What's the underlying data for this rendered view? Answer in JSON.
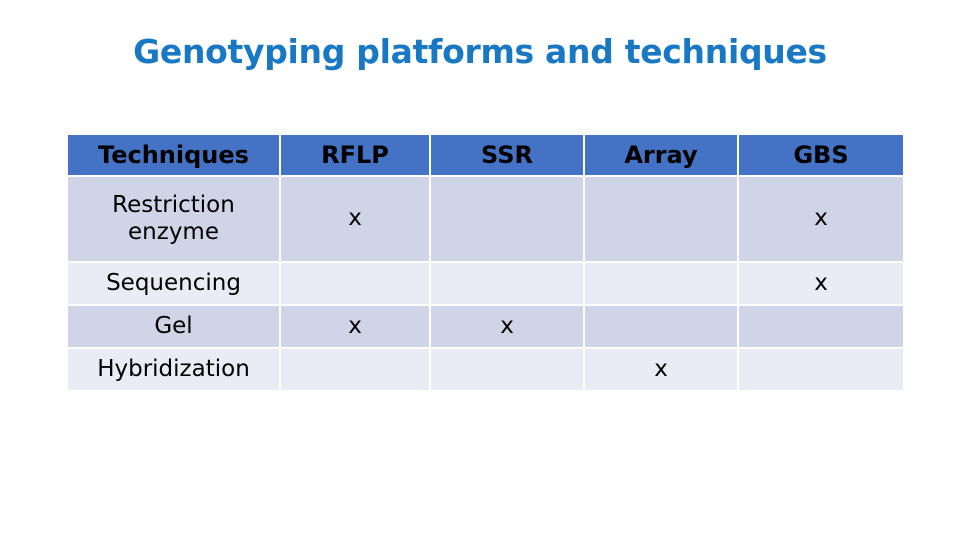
{
  "slide": {
    "title": "Genotyping platforms and techniques",
    "title_color": "#1878C4",
    "background_color": "#FFFFFF"
  },
  "table": {
    "header_bg": "#4472C4",
    "band_dark_bg": "#CFD4E6",
    "band_light_bg": "#E9ECF4",
    "mark_symbol": "x",
    "empty": "",
    "columns": [
      {
        "key": "techniques",
        "label": "Techniques"
      },
      {
        "key": "rflp",
        "label": "RFLP"
      },
      {
        "key": "ssr",
        "label": "SSR"
      },
      {
        "key": "array",
        "label": "Array"
      },
      {
        "key": "gbs",
        "label": "GBS"
      }
    ],
    "rows": [
      {
        "technique": "Restriction enzyme",
        "technique_line1": "Restriction",
        "technique_line2": "enzyme",
        "rflp": "x",
        "ssr": "",
        "array": "",
        "gbs": "x"
      },
      {
        "technique": "Sequencing",
        "rflp": "",
        "ssr": "",
        "array": "",
        "gbs": "x"
      },
      {
        "technique": "Gel",
        "rflp": "x",
        "ssr": "x",
        "array": "",
        "gbs": ""
      },
      {
        "technique": "Hybridization",
        "rflp": "",
        "ssr": "",
        "array": "x",
        "gbs": ""
      }
    ]
  }
}
